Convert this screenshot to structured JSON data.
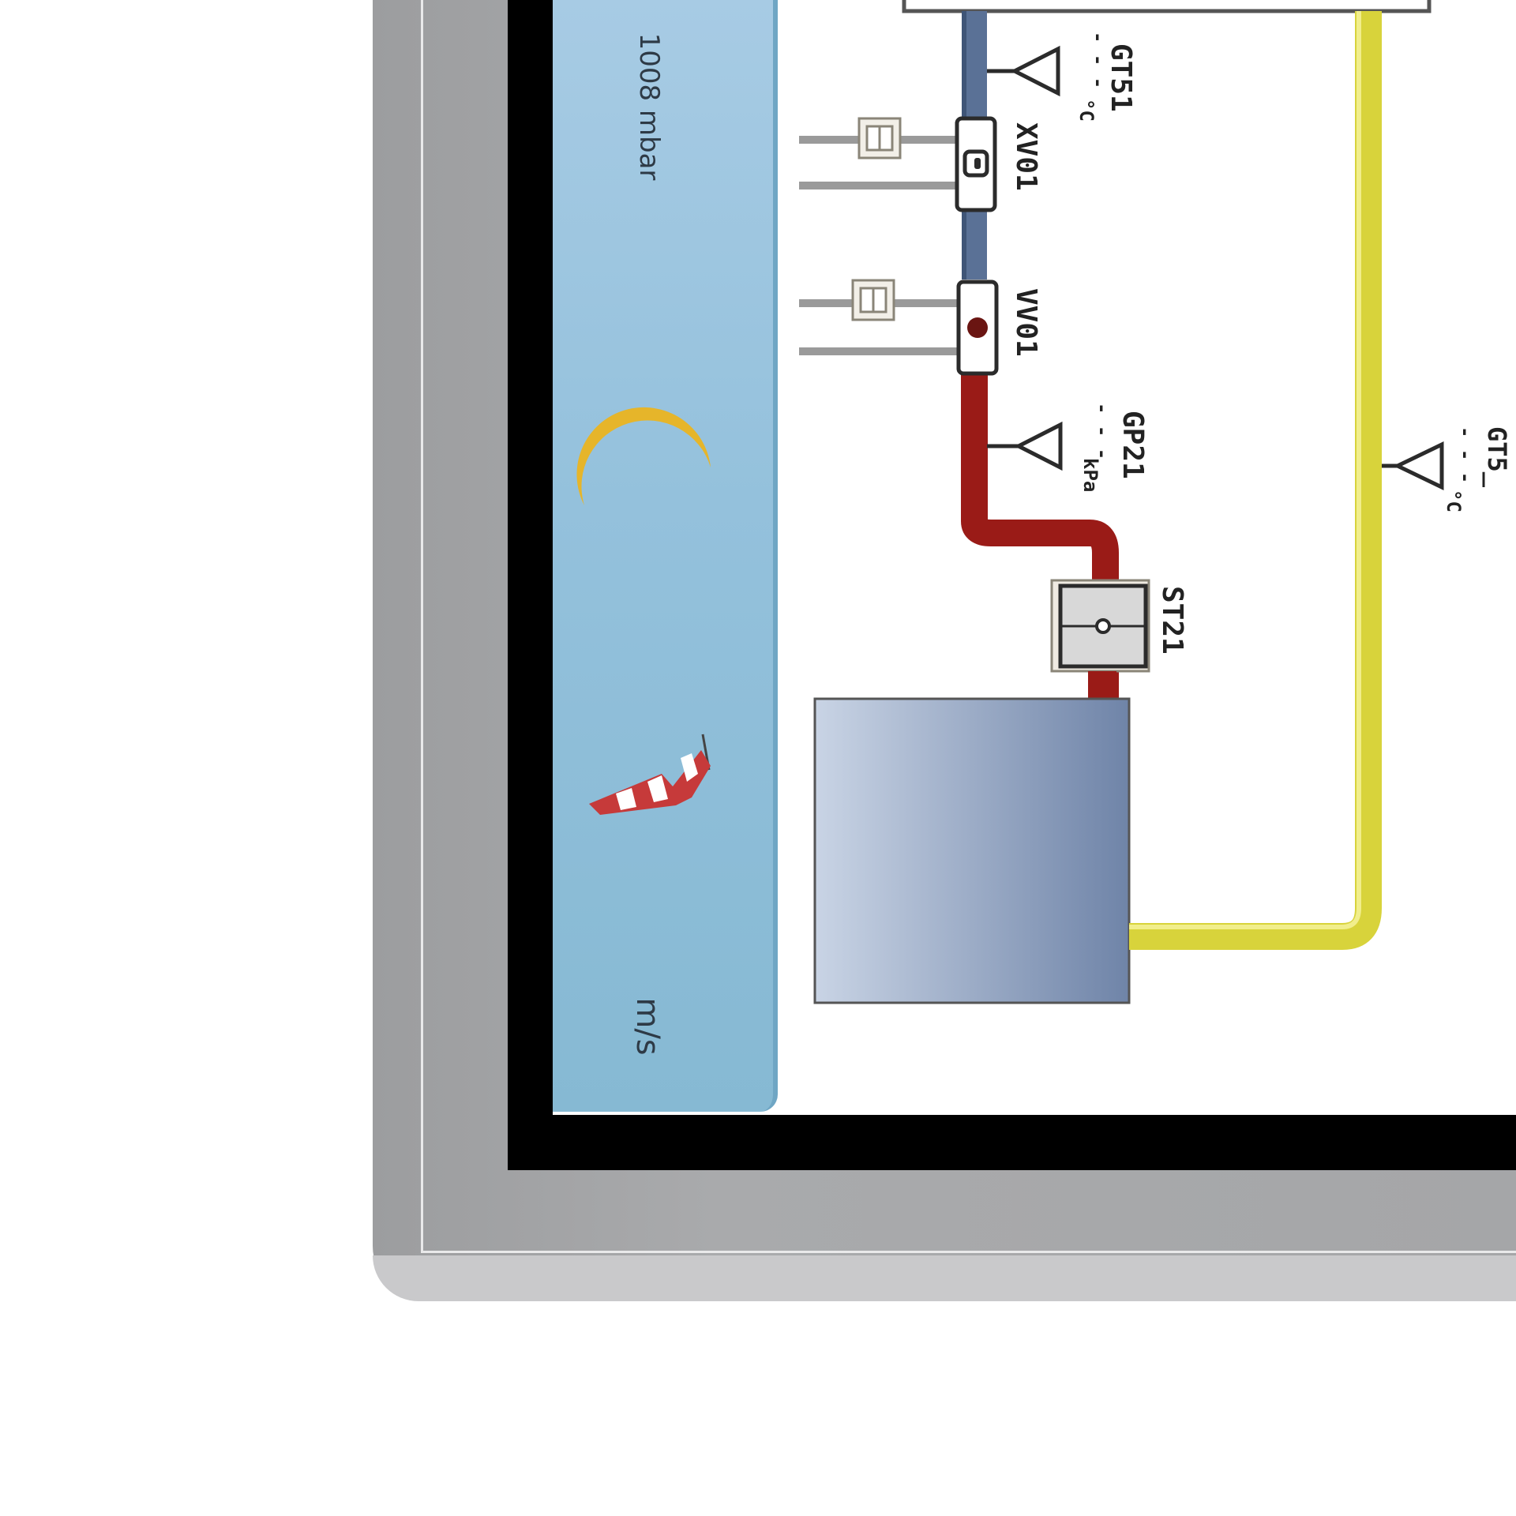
{
  "sidebar": {
    "pressure_label": "1008 mbar",
    "wind_unit_label": "m/s",
    "weather_icon": "crescent-moon-icon",
    "wind_icon": "windsock-icon"
  },
  "diagram": {
    "sensor_top": {
      "name": "GT51",
      "line1": "- - -",
      "line2": "°C"
    },
    "valve_upper": {
      "name": "XV01"
    },
    "valve_lower": {
      "name": "VV01"
    },
    "sensor_mid": {
      "name": "GP21",
      "line1": "- - -",
      "line2": "kPa"
    },
    "flow_meter": {
      "name": "ST21"
    },
    "sensor_right": {
      "name": "GT5_",
      "line1": "- - -",
      "line2": "°C"
    }
  },
  "colors": {
    "supply_pipe": "#5a7196",
    "return_pipe": "#9a1b17",
    "yellow_pipe": "#d8d33b",
    "tank": "#7f93b6",
    "sidebar": "#94c1dc"
  }
}
